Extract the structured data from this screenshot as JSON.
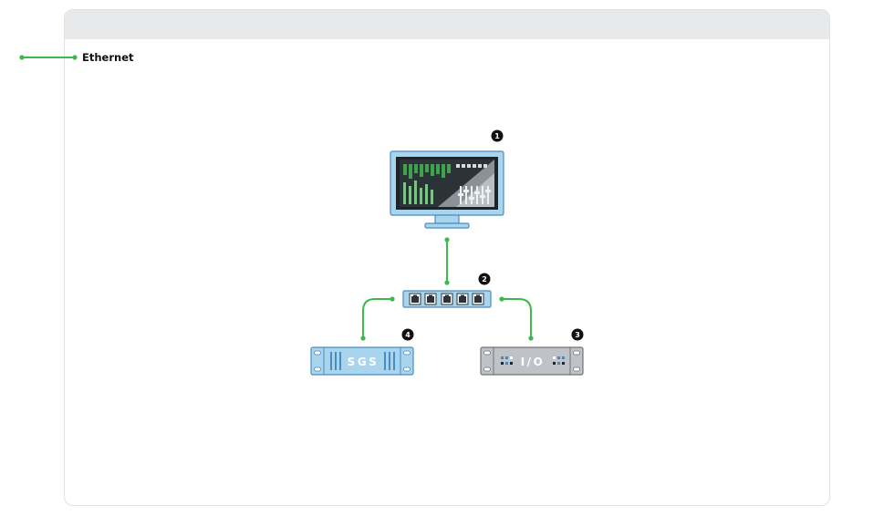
{
  "legend": {
    "ethernet_label": "Ethernet",
    "ethernet_color": "#3cb84c"
  },
  "devices": {
    "workstation": {
      "badge": "1"
    },
    "switch": {
      "badge": "2"
    },
    "io": {
      "badge": "3",
      "label": "I/O"
    },
    "sgs": {
      "badge": "4",
      "label": "SGS"
    }
  },
  "colors": {
    "device_blue_fill": "#a9d4ee",
    "device_blue_stroke": "#4a8cc0",
    "device_grey_fill": "#bfc3c7",
    "device_grey_stroke": "#6e7478",
    "badge": "#111111",
    "card_header": "#e8e9eb"
  },
  "icons": [
    "monitor-icon",
    "network-switch-icon",
    "rack-unit-icon",
    "ethernet-port-icon"
  ]
}
